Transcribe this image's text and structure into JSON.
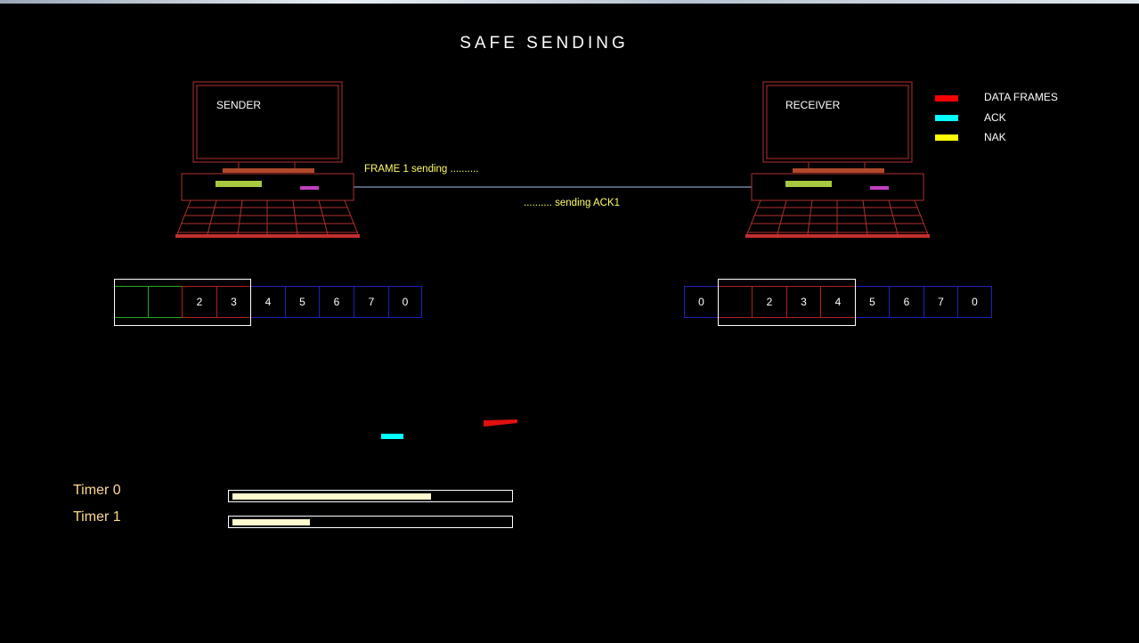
{
  "title": "SAFE SENDING",
  "sender": {
    "label": "SENDER"
  },
  "receiver": {
    "label": "RECEIVER"
  },
  "legend": [
    {
      "label": "DATA FRAMES",
      "color": "#ff0000"
    },
    {
      "label": "ACK",
      "color": "#00ffff"
    },
    {
      "label": "NAK",
      "color": "#ffff00"
    }
  ],
  "messages": {
    "frame_sending": "FRAME 1 sending ..........",
    "ack_sending": ".......... sending ACK1"
  },
  "sender_window": {
    "cells": [
      {
        "label": "",
        "state": "acked"
      },
      {
        "label": "",
        "state": "acked"
      },
      {
        "label": "2",
        "state": "window"
      },
      {
        "label": "3",
        "state": "window"
      },
      {
        "label": "4",
        "state": "pending"
      },
      {
        "label": "5",
        "state": "pending"
      },
      {
        "label": "6",
        "state": "pending"
      },
      {
        "label": "7",
        "state": "pending"
      },
      {
        "label": "0",
        "state": "pending"
      }
    ]
  },
  "receiver_window": {
    "cells": [
      {
        "label": "0",
        "state": "pending"
      },
      {
        "label": "",
        "state": "window"
      },
      {
        "label": "2",
        "state": "window"
      },
      {
        "label": "3",
        "state": "window"
      },
      {
        "label": "4",
        "state": "window"
      },
      {
        "label": "5",
        "state": "pending"
      },
      {
        "label": "6",
        "state": "pending"
      },
      {
        "label": "7",
        "state": "pending"
      },
      {
        "label": "0",
        "state": "pending"
      }
    ]
  },
  "timers": [
    {
      "label": "Timer 0",
      "progress": 0.72
    },
    {
      "label": "Timer 1",
      "progress": 0.28
    }
  ],
  "colors": {
    "acked": "#22aa22",
    "window": "#b02020",
    "pending": "#2020c0",
    "link": "#a0c0e8",
    "computer": "#b03030",
    "drive": "#a8c840",
    "led": "#c040c0"
  }
}
